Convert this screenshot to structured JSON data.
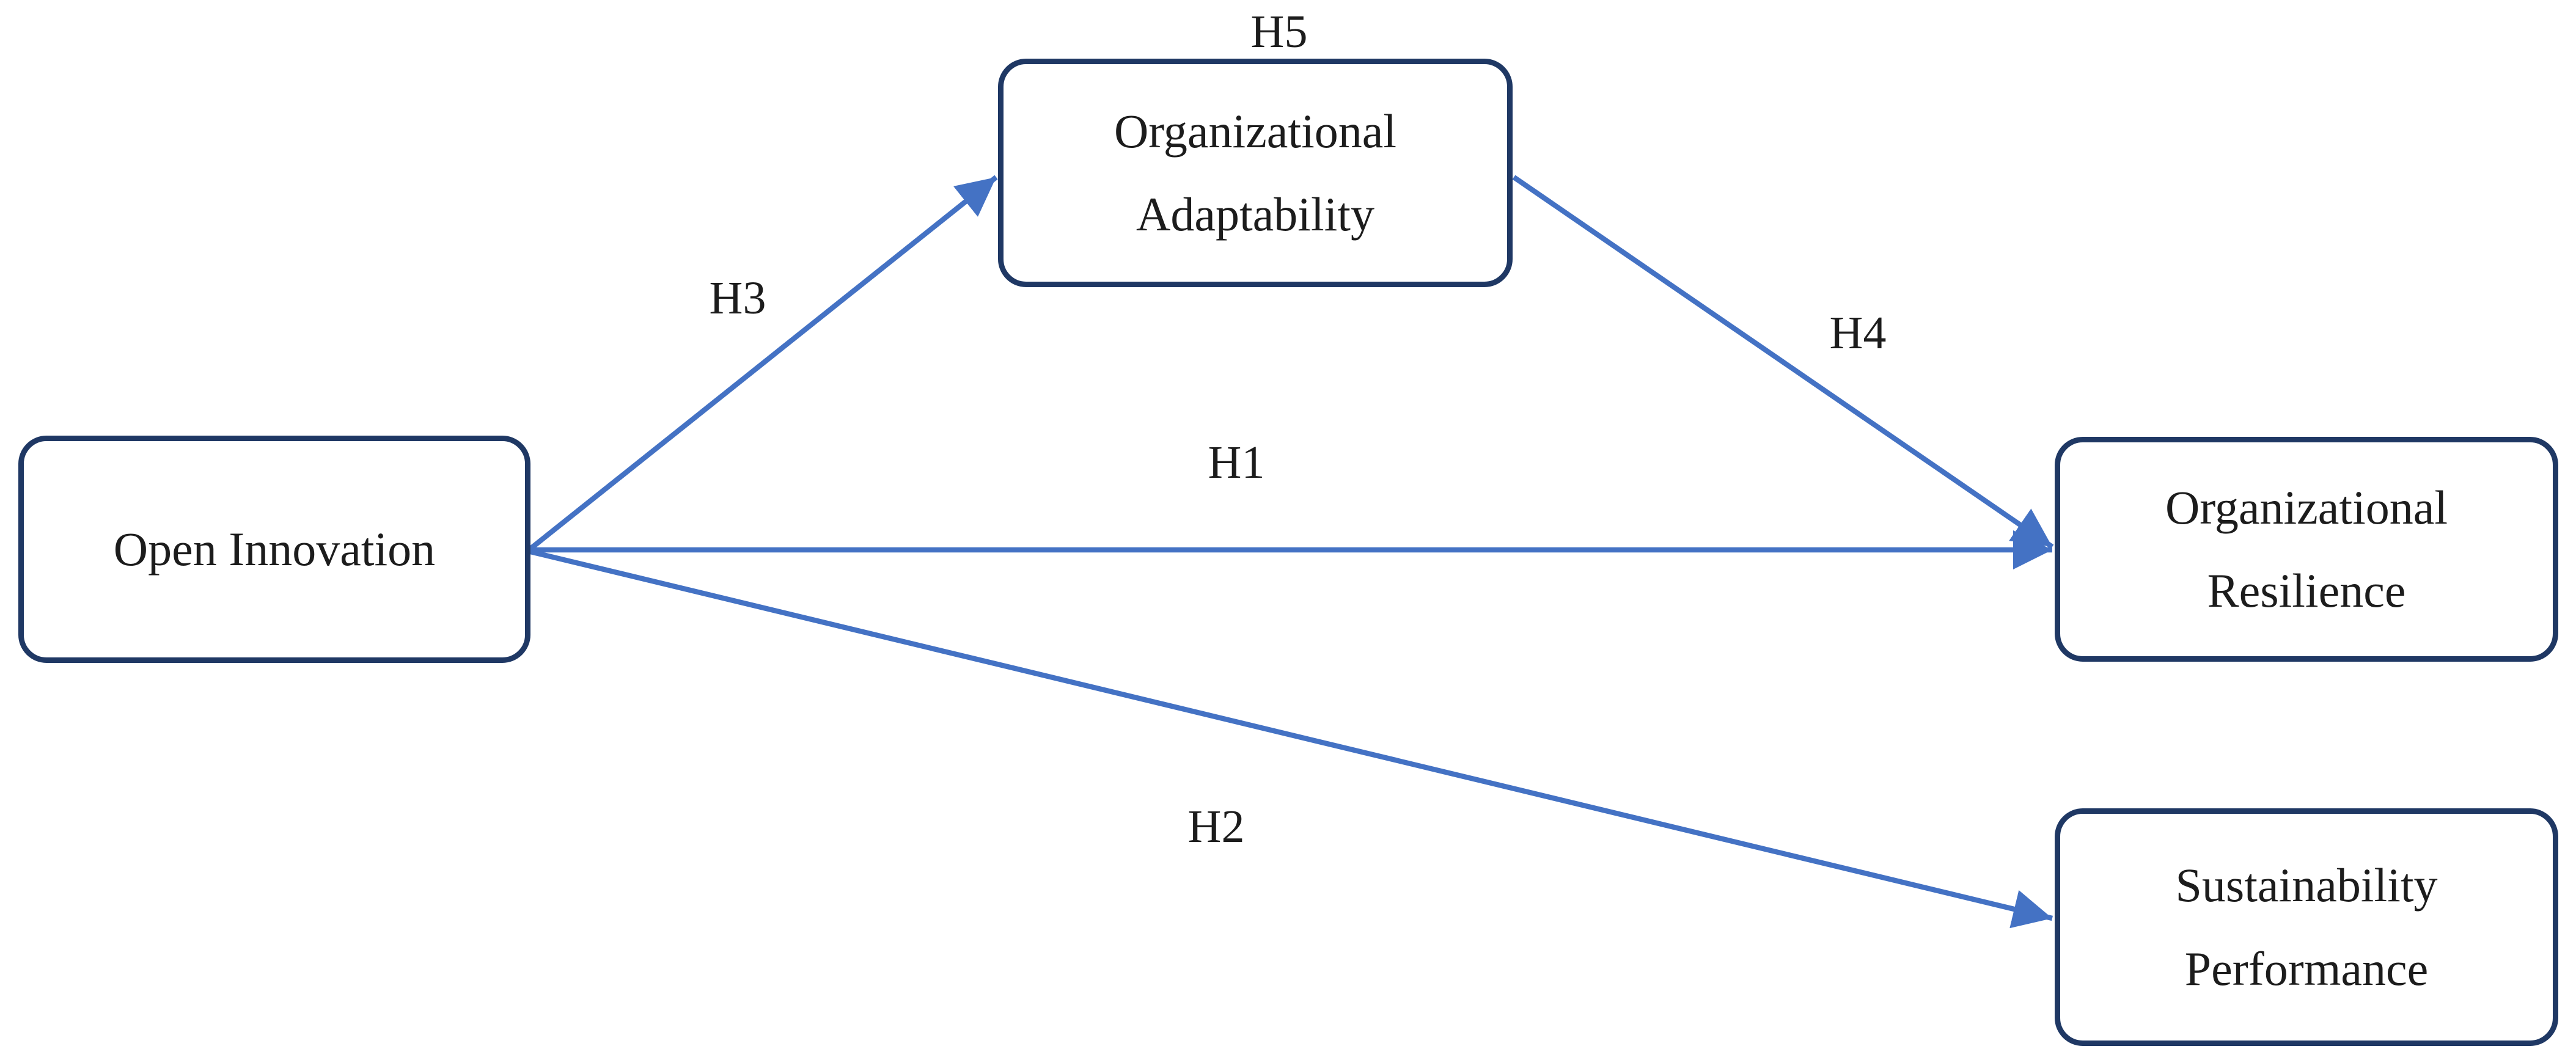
{
  "diagram": {
    "background": "#ffffff",
    "colors": {
      "arrow": "#4472C4",
      "box_border": "#1F3864",
      "text": "#1C1C1C"
    },
    "nodes": [
      {
        "id": "open-innovation",
        "lines": [
          "Open Innovation"
        ]
      },
      {
        "id": "organizational-adaptability",
        "lines": [
          "Organizational",
          "Adaptability"
        ]
      },
      {
        "id": "organizational-resilience",
        "lines": [
          "Organizational",
          "Resilience"
        ]
      },
      {
        "id": "sustainability-performance",
        "lines": [
          "Sustainability",
          "Performance"
        ]
      }
    ],
    "edges": [
      {
        "label": "H1",
        "from": "open-innovation",
        "to": "organizational-resilience"
      },
      {
        "label": "H2",
        "from": "open-innovation",
        "to": "sustainability-performance"
      },
      {
        "label": "H3",
        "from": "open-innovation",
        "to": "organizational-adaptability"
      },
      {
        "label": "H4",
        "from": "organizational-adaptability",
        "to": "organizational-resilience"
      },
      {
        "label": "H5",
        "from": "open-innovation",
        "to": "organizational-resilience",
        "via": "organizational-adaptability"
      }
    ]
  }
}
